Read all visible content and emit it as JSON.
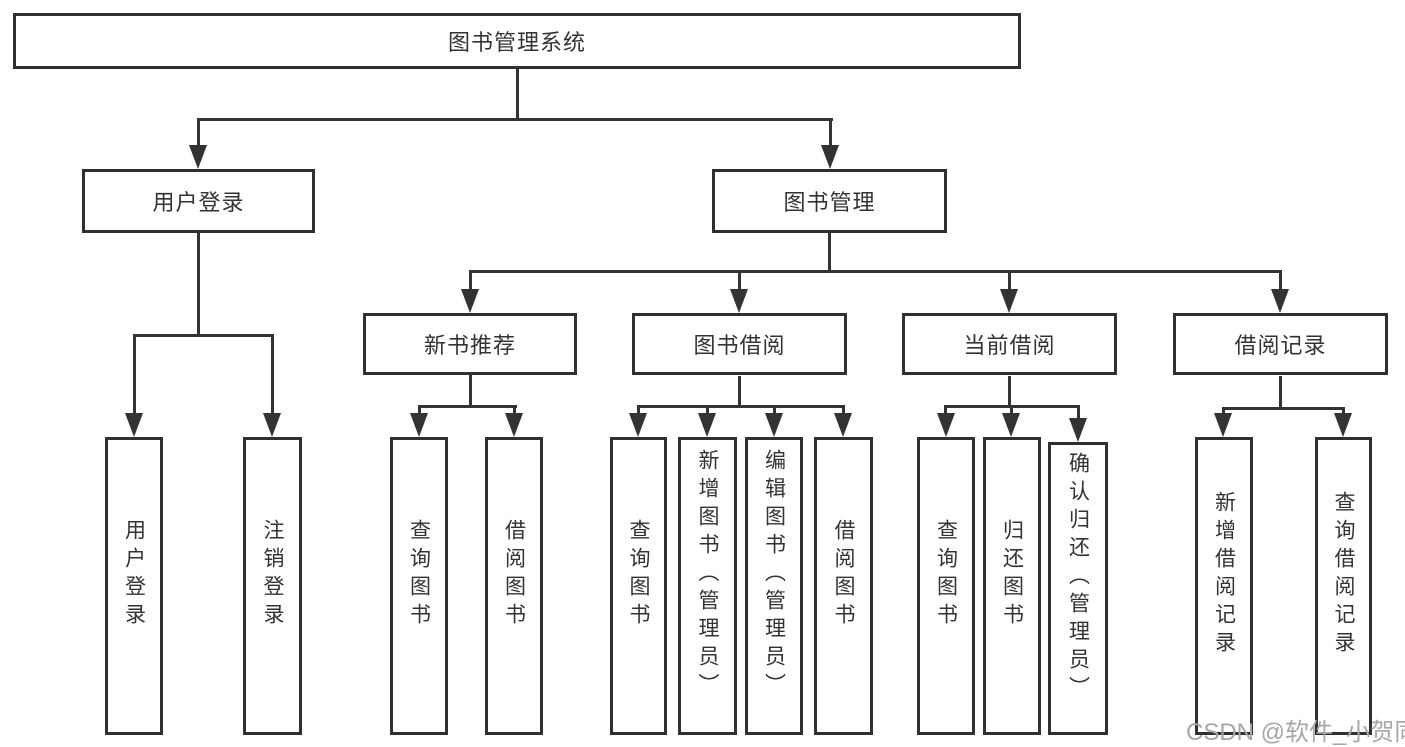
{
  "diagram": {
    "root": {
      "label": "图书管理系统"
    },
    "level2": {
      "user_login": {
        "label": "用户登录"
      },
      "book_mgmt": {
        "label": "图书管理"
      }
    },
    "user_login_children": {
      "login": {
        "label": "用户登录"
      },
      "logout": {
        "label": "注销登录"
      }
    },
    "level3": {
      "new_book_rec": {
        "label": "新书推荐"
      },
      "book_borrow": {
        "label": "图书借阅"
      },
      "current_borrow": {
        "label": "当前借阅"
      },
      "borrow_record": {
        "label": "借阅记录"
      }
    },
    "new_book_rec_children": {
      "query_books": {
        "label": "查询图书"
      },
      "borrow_books": {
        "label": "借阅图书"
      }
    },
    "book_borrow_children": {
      "query_books": {
        "label": "查询图书"
      },
      "add_books": {
        "label": "新增图书（管理员）"
      },
      "edit_books": {
        "label": "编辑图书（管理员）"
      },
      "borrow_books": {
        "label": "借阅图书"
      }
    },
    "current_borrow_children": {
      "query_books": {
        "label": "查询图书"
      },
      "return_books": {
        "label": "归还图书"
      },
      "confirm_return": {
        "label": "确认归还（管理员）"
      }
    },
    "borrow_record_children": {
      "add_record": {
        "label": "新增借阅记录"
      },
      "query_record": {
        "label": "查询借阅记录"
      }
    }
  },
  "watermark": {
    "text": "CSDN @软件_小贺同学"
  },
  "colors": {
    "box_border": "#303030",
    "line": "#333333",
    "text": "#333333",
    "watermark": "#a6a6a6",
    "background": "#ffffff"
  }
}
